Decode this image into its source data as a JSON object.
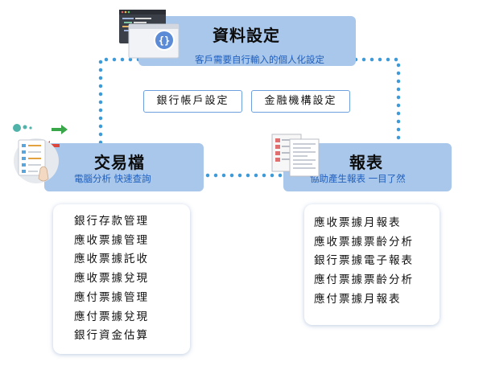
{
  "settings": {
    "title": "資料設定",
    "subtitle": "客戶需要自行輸入的個人化設定",
    "options": [
      "銀行帳戶設定",
      "金融機構設定"
    ]
  },
  "transactions": {
    "title": "交易檔",
    "subtitle": "電腦分析  快速查詢",
    "items": [
      "銀行存款管理",
      "應收票據管理",
      "應收票據託收",
      "應收票據兌現",
      "應付票據管理",
      "應付票據兌現",
      "銀行資金估算"
    ]
  },
  "reports": {
    "title": "報表",
    "subtitle": "協助產生報表  一目了然",
    "items": [
      "應收票據月報表",
      "應收票據票齡分析",
      "銀行票據電子報表",
      "應付票據票齡分析",
      "應付票據月報表"
    ]
  },
  "colors": {
    "banner": "#a9c7ea",
    "connector": "#3f9ad8",
    "subtitle": "#1f5fbf",
    "tag_border": "#6fa0de"
  },
  "icons": [
    "code-window-icon",
    "checklist-transfer-icon",
    "report-documents-icon"
  ]
}
